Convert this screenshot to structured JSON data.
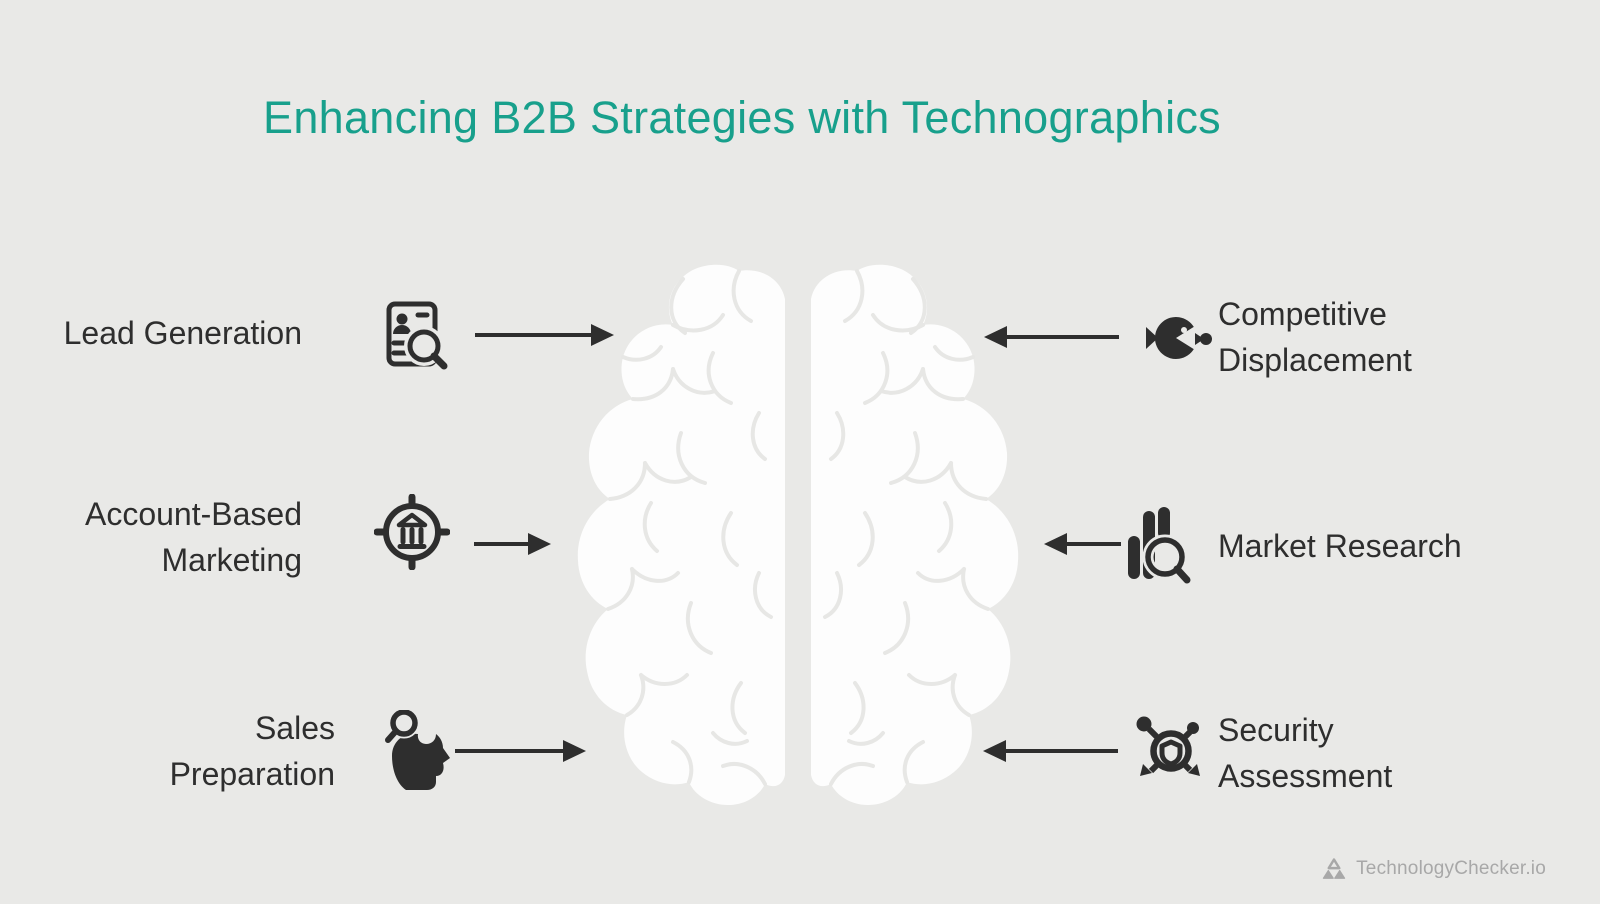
{
  "title": "Enhancing B2B Strategies with Technographics",
  "left_items": [
    {
      "label": "Lead Generation",
      "icon": "resume-search-icon"
    },
    {
      "label": "Account-Based Marketing",
      "icon": "bank-target-icon"
    },
    {
      "label": "Sales Preparation",
      "icon": "head-magnifier-icon"
    }
  ],
  "right_items": [
    {
      "label": "Competitive Displacement",
      "icon": "big-fish-small-fish-icon"
    },
    {
      "label": "Market Research",
      "icon": "bar-chart-magnifier-icon"
    },
    {
      "label": "Security Assessment",
      "icon": "threat-spread-icon"
    }
  ],
  "center": {
    "figure": "brain-top-view"
  },
  "brand": {
    "name": "TechnologyChecker.io"
  },
  "colors": {
    "background": "#e9e9e7",
    "accent": "#18a08c",
    "ink": "#2e2e2e",
    "brain": "#fdfdfd",
    "brain_fold": "#e7e7e5",
    "brand_gray": "#a8a8a8"
  }
}
